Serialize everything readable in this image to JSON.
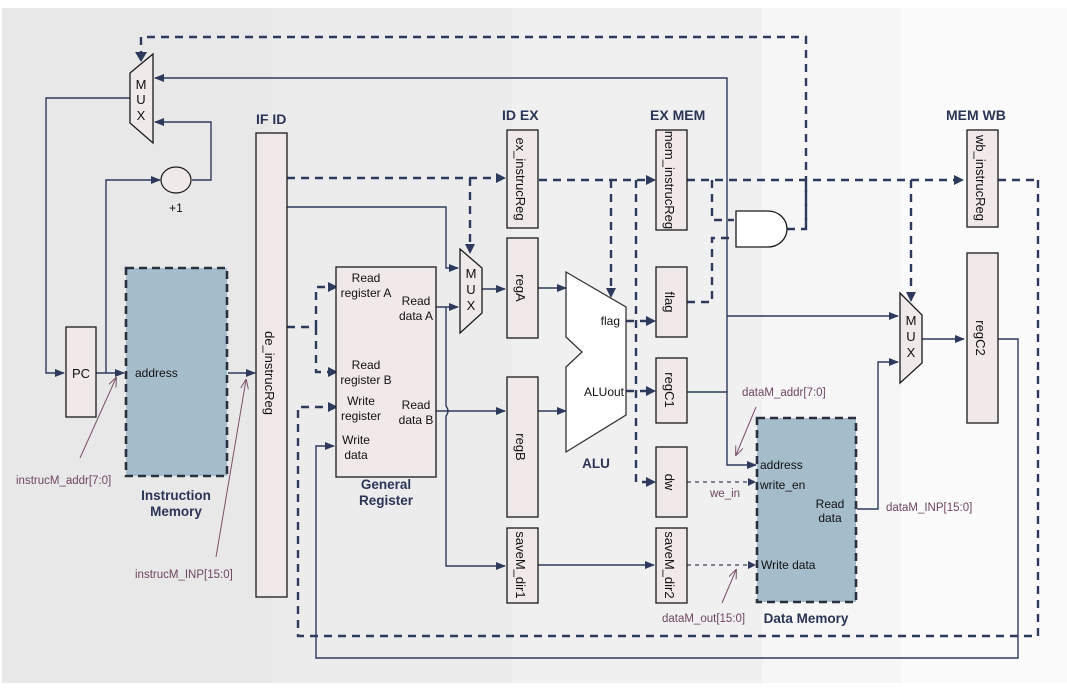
{
  "diagram": {
    "title": "Pipelined CPU datapath",
    "stages": {
      "if_id": "IF ID",
      "id_ex": "ID  EX",
      "ex_mem": "EX MEM",
      "mem_wb": "MEM WB"
    },
    "pc_mux": {
      "letters": [
        "M",
        "U",
        "X"
      ]
    },
    "incrementer": {
      "label": "+1"
    },
    "pc": {
      "label": "PC"
    },
    "instruction_memory": {
      "port_address": "address",
      "title_line1": "Instruction",
      "title_line2": "Memory"
    },
    "notes": {
      "instr_addr": "instrucM_addr[7:0]",
      "instr_inp": "instrucM_INP[15:0]",
      "data_addr": "dataM_addr[7:0]",
      "we_in": "we_in",
      "data_inp": "dataM_INP[15:0]",
      "data_out": "dataM_out[15:0]"
    },
    "pipeline_registers": {
      "de_instrucReg": "de_instrucReg",
      "ex_instrucReg": "ex_instrucReg",
      "regA": "regA",
      "regB": "regB",
      "saveM_dir1": "saveM_dir1",
      "mem_instrucReg": "mem_instrucReg",
      "flag": "flag",
      "regC1": "regC1",
      "dw": "dw",
      "saveM_dir2": "saveM_dir2",
      "wb_instrucReg": "wb_instrucReg",
      "regC2": "regC2"
    },
    "general_register": {
      "read_register_a": [
        "Read",
        "register A"
      ],
      "read_register_b": [
        "Read",
        "register B"
      ],
      "write_register": [
        "Write",
        "register"
      ],
      "write_data": [
        "Write",
        "data"
      ],
      "read_data_a": [
        "Read",
        "data A"
      ],
      "read_data_b": [
        "Read",
        "data B"
      ],
      "title_line1": "General",
      "title_line2": "Register"
    },
    "id_mux": {
      "letters": [
        "M",
        "U",
        "X"
      ]
    },
    "alu": {
      "port_flag": "flag",
      "port_aluout": "ALUout",
      "title": "ALU"
    },
    "and_gate": {
      "type": "AND"
    },
    "data_memory": {
      "port_address": "address",
      "port_write_en": "write_en",
      "port_read_data": [
        "Read",
        "data"
      ],
      "port_write_data": "Write data",
      "title": "Data Memory"
    },
    "wb_mux": {
      "letters": [
        "M",
        "U",
        "X"
      ]
    },
    "colors": {
      "wire": "#2e3a5c",
      "register_fill": "#f1e9e9",
      "memory_fill": "#a5bccb",
      "stage_label": "#2b3556",
      "note_text": "#6e4660"
    }
  }
}
